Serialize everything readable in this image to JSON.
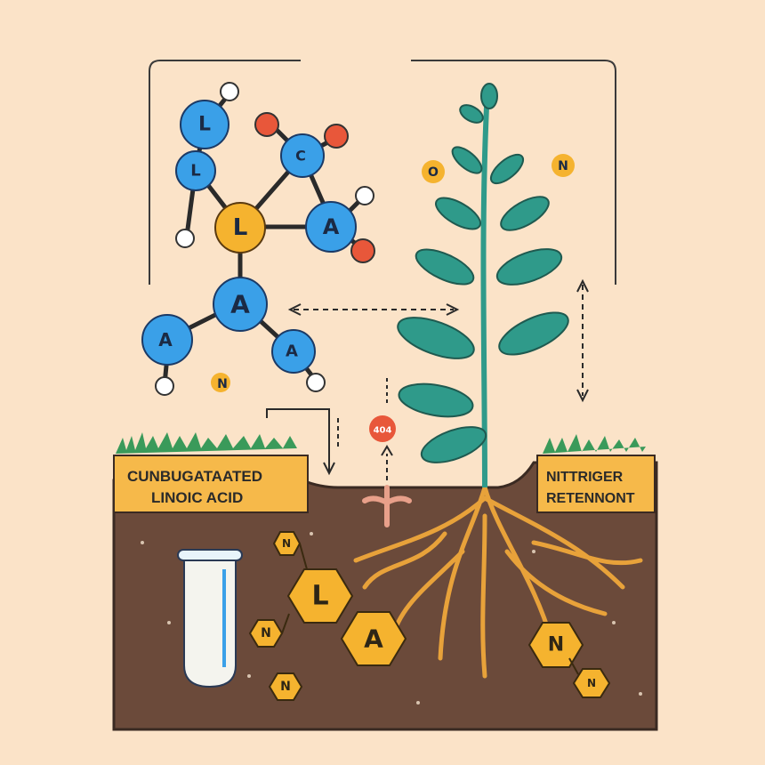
{
  "labels": {
    "left_line1": "CUNBUGATAATED",
    "left_line2": "LINOIC ACID",
    "right_line1": "NITTRIGER",
    "right_line2": "RETENNONT"
  },
  "molecule": {
    "atoms": [
      "L",
      "L",
      "C",
      "L",
      "A",
      "A",
      "A",
      "A"
    ],
    "small_atoms": [
      "N",
      "N"
    ],
    "red_badge": "404"
  },
  "floating": {
    "o": "O",
    "n": "N"
  },
  "soil_hexes": [
    "N",
    "L",
    "A",
    "N",
    "N",
    "N"
  ],
  "colors": {
    "background": "#fbe3c8",
    "soil": "#6b4a3a",
    "atom_blue": "#3aa0e8",
    "atom_orange": "#f5b32f",
    "atom_red": "#e8573a",
    "plant": "#2f9a8a",
    "roots": "#e8a23a",
    "label_bg": "#f6b94a"
  }
}
